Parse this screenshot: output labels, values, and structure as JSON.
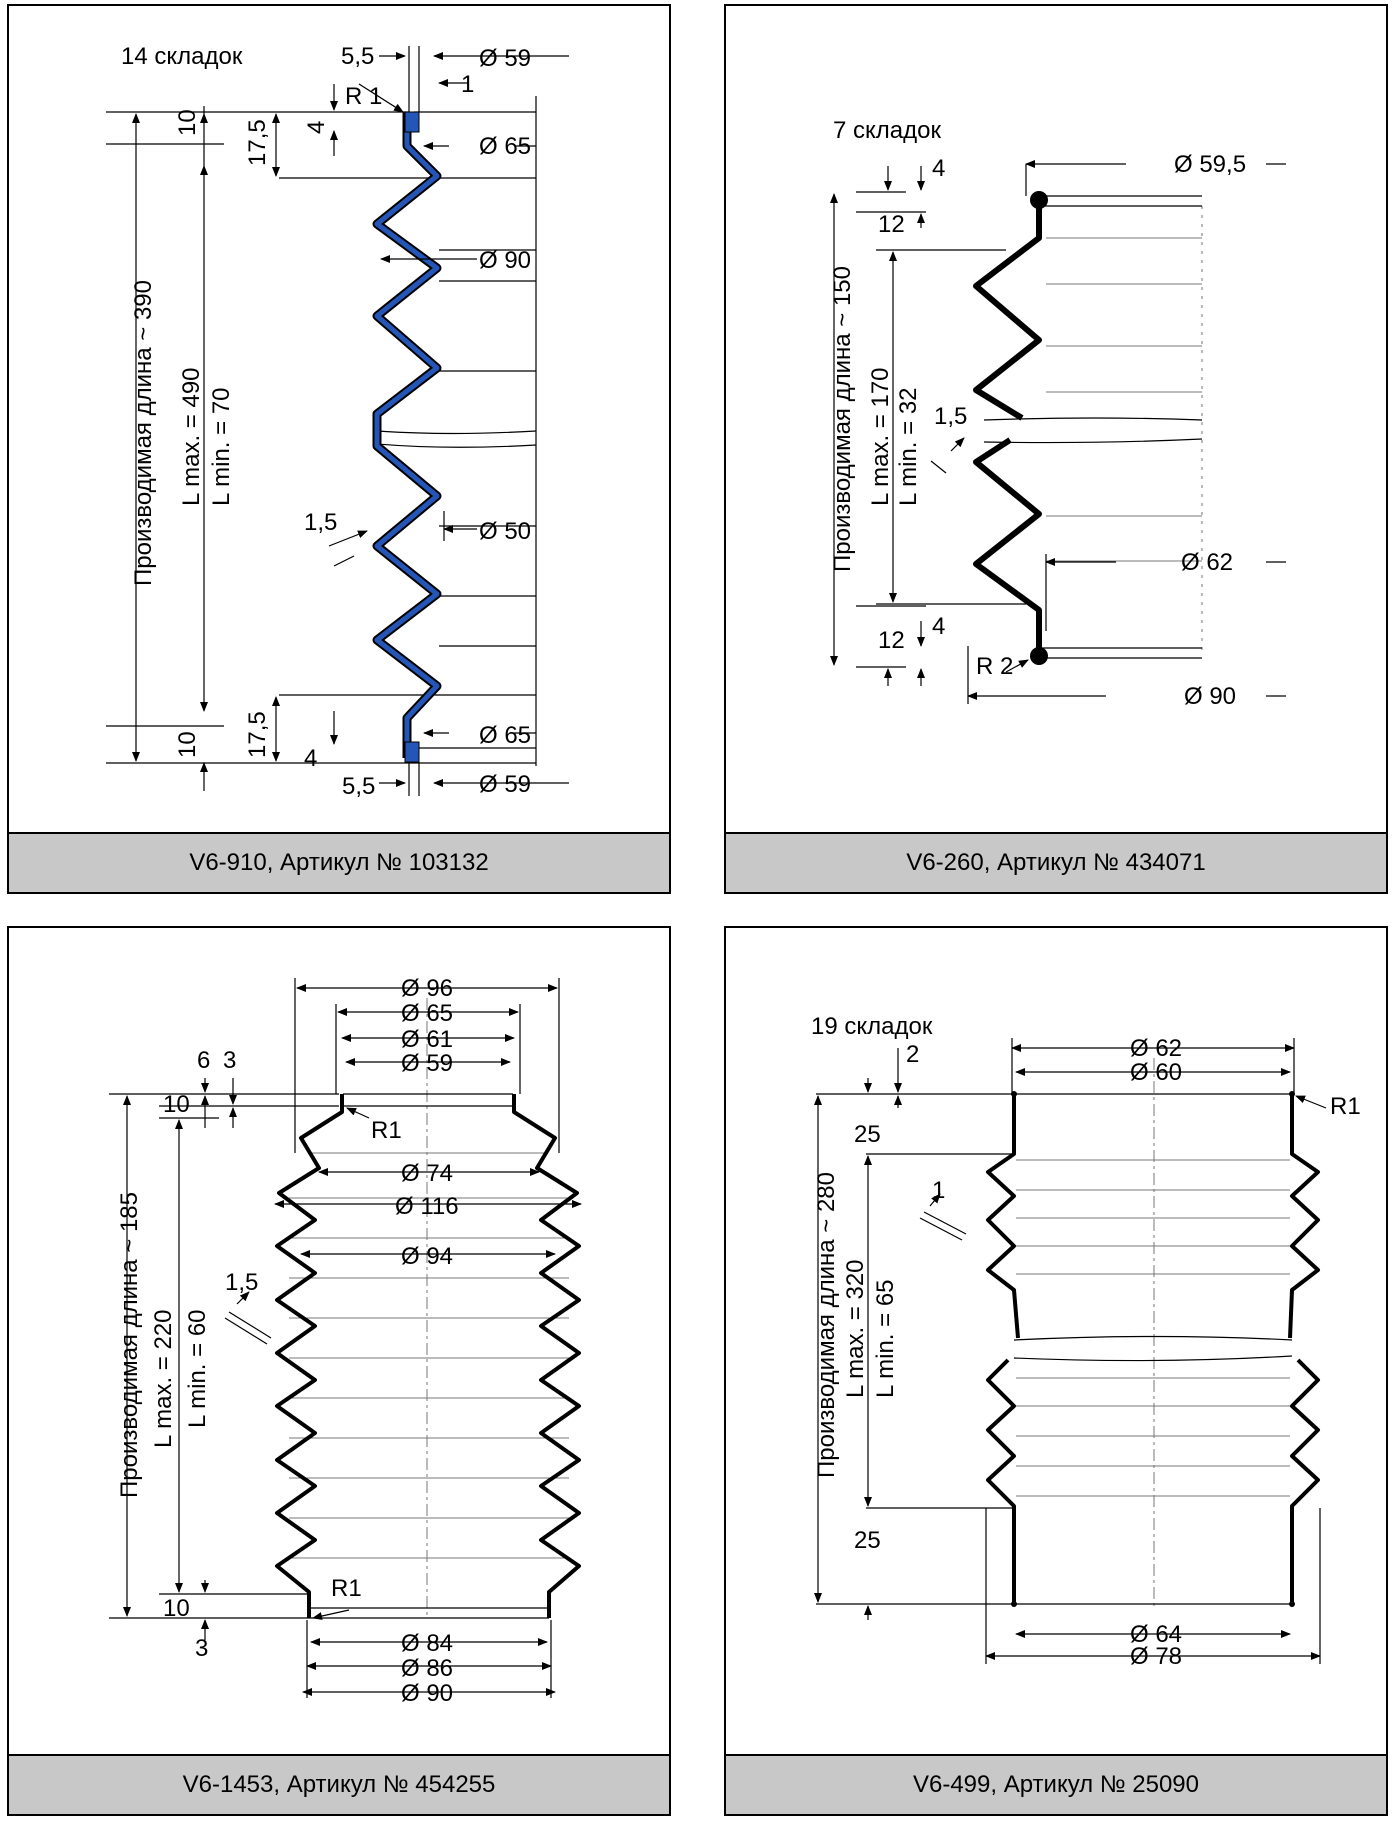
{
  "panels": [
    {
      "caption": "V6-910, Артикул № 103132",
      "labels": {
        "folds": "14  складок",
        "d59_top": "Ø 59",
        "d65_top": "Ø 65",
        "d90": "Ø 90",
        "d50": "Ø 50",
        "d65_bot": "Ø 65",
        "d59_bot": "Ø 59",
        "w55_top": "5,5",
        "w55_bot": "5,5",
        "one": "1",
        "r1": "R 1",
        "h10_top": "10",
        "h175_top": "17,5",
        "h4_top": "4",
        "h10_bot": "10",
        "h175_bot": "17,5",
        "h4_bot": "4",
        "thick": "1,5",
        "prod_len": "Производимая длина ~ 390",
        "lmax": "L max. = 490",
        "lmin": "L min.  = 70"
      }
    },
    {
      "caption": "V6-260, Артикул № 434071",
      "labels": {
        "folds": "7 складок",
        "h4_top": "4",
        "d595": "Ø 59,5",
        "h12_top": "12",
        "thick": "1,5",
        "d62": "Ø 62",
        "h4_bot": "4",
        "h12_bot": "12",
        "r2": "R 2",
        "d90": "Ø 90",
        "prod_len": "Производимая длина ~ 150",
        "lmax": "L max. = 170",
        "lmin": "L min.  = 32"
      }
    },
    {
      "caption": "V6-1453, Артикул № 454255",
      "labels": {
        "d96": "Ø 96",
        "d65": "Ø 65",
        "d61": "Ø 61",
        "d59": "Ø 59",
        "h6": "6",
        "h3_top": "3",
        "h10_top": "10",
        "r1_top": "R1",
        "d74": "Ø 74",
        "d116": "Ø 116",
        "thick": "1,5",
        "d94": "Ø 94",
        "r1_bot": "R1",
        "h10_bot": "10",
        "h3_bot": "3",
        "d84": "Ø 84",
        "d86": "Ø 86",
        "d90": "Ø 90",
        "prod_len": "Производимая длина ~ 185",
        "lmax": "L max. = 220",
        "lmin": "L min.  = 60"
      }
    },
    {
      "caption": "V6-499, Артикул № 25090",
      "labels": {
        "folds": "19 складок",
        "h2": "2",
        "d62": "Ø 62",
        "d60": "Ø 60",
        "r1": "R1",
        "h25_top": "25",
        "thick": "1",
        "h25_bot": "25",
        "d64": "Ø 64",
        "d78": "Ø 78",
        "prod_len": "Производимая длина ~ 280",
        "lmax": "L max. = 320",
        "lmin": "L min.  = 65"
      }
    }
  ]
}
